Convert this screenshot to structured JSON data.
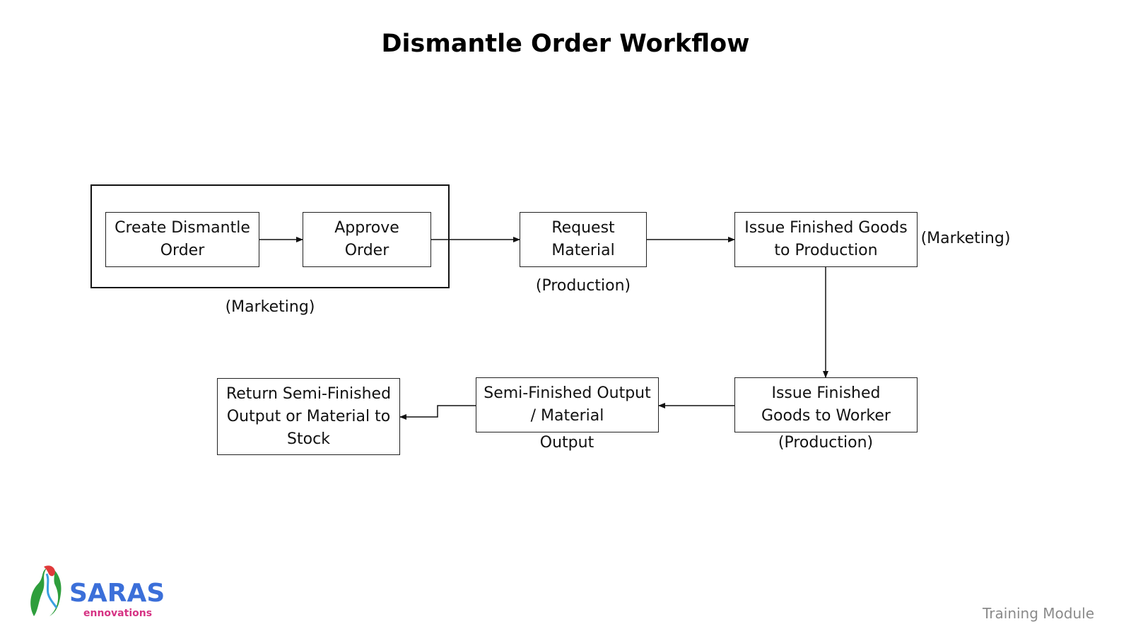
{
  "title": "Dismantle Order Workflow",
  "nodes": {
    "create_dismantle_order": "Create Dismantle Order",
    "approve_order": "Approve Order",
    "request_material": "Request Material",
    "issue_finished_goods_to_production": "Issue Finished Goods to Production",
    "issue_finished_goods_to_worker": "Issue Finished Goods to Worker",
    "semi_finished_output_material": "Semi-Finished Output / Material",
    "return_semi_finished_output": "Return Semi-Finished Output or Material to Stock"
  },
  "notes": {
    "marketing_group": "(Marketing)",
    "production_request": "(Production)",
    "marketing_issue": "(Marketing)",
    "production_issue": "(Production)",
    "output": "Output"
  },
  "edges": [
    {
      "from": "create_dismantle_order",
      "to": "approve_order"
    },
    {
      "from": "approve_order",
      "to": "request_material"
    },
    {
      "from": "request_material",
      "to": "issue_finished_goods_to_production"
    },
    {
      "from": "issue_finished_goods_to_production",
      "to": "issue_finished_goods_to_worker"
    },
    {
      "from": "issue_finished_goods_to_worker",
      "to": "semi_finished_output_material"
    },
    {
      "from": "semi_finished_output_material",
      "to": "return_semi_finished_output"
    }
  ],
  "logo": {
    "name": "SARAS",
    "tagline": "ennovations",
    "colors": {
      "text": "#3b6fd9",
      "tagline": "#d63384",
      "leaf_green": "#2e9e3c",
      "accent_red": "#e03a3a",
      "accent_blue": "#3aa0e0"
    }
  },
  "footer": "Training Module"
}
